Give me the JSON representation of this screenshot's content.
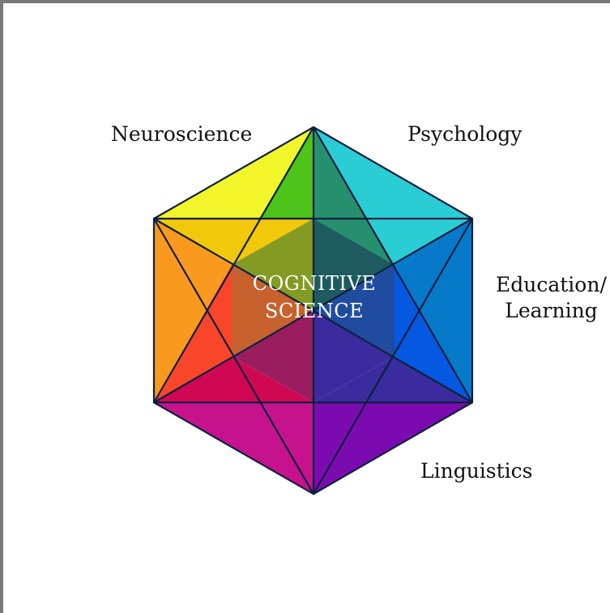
{
  "labels": {
    "neuroscience": "Neuroscience",
    "psychology": "Psychology",
    "education_line1": "Education/",
    "education_line2": "Learning",
    "linguistics": "Linguistics"
  },
  "center": {
    "line1": "COGNITIVE",
    "line2": "SCIENCE"
  },
  "colors": {
    "yellow": "#f2f52a",
    "green": "#4dc419",
    "teal_dark": "#26906e",
    "cyan": "#2bcdd5",
    "blue": "#0779c9",
    "blue_bright": "#0558e0",
    "indigo": "#3a2c9e",
    "violet": "#7b0bb0",
    "magenta": "#c7128e",
    "crimson": "#d00854",
    "red_orange": "#f9462a",
    "orange": "#f99a1e",
    "gold": "#f2c80a",
    "olive": "#839a23",
    "slate": "#1d5b5f",
    "plum": "#9a1e5f",
    "center_left": "#c7622e",
    "center_right": "#1f4c9e",
    "outline": "#0f1f40"
  }
}
